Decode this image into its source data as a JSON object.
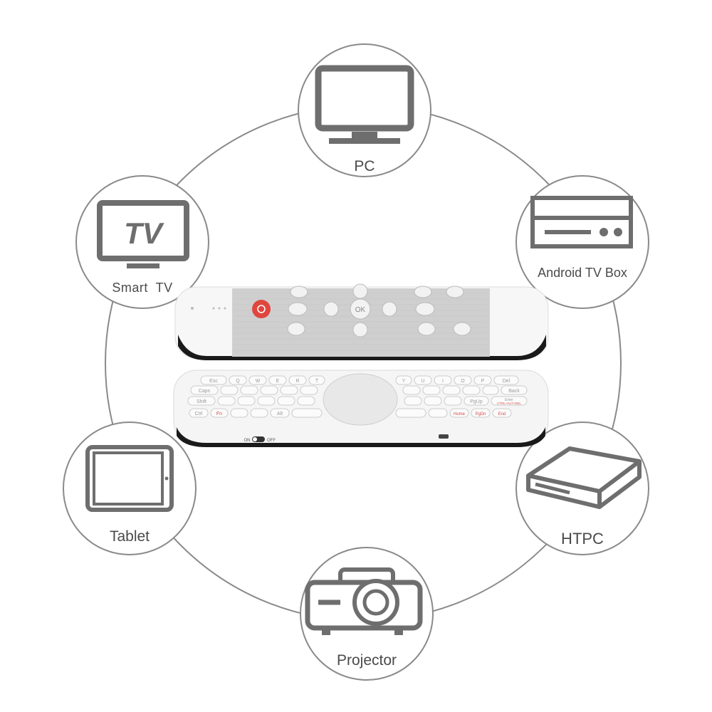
{
  "devices": [
    {
      "id": "pc",
      "label": "PC",
      "icon": "monitor-icon"
    },
    {
      "id": "smart-tv",
      "label": "Smart  TV",
      "icon": "tv-icon",
      "icon_text": "TV"
    },
    {
      "id": "android-tv-box",
      "label": "Android TV Box",
      "icon": "set-top-box-icon"
    },
    {
      "id": "tablet",
      "label": "Tablet",
      "icon": "tablet-icon"
    },
    {
      "id": "htpc",
      "label": "HTPC",
      "icon": "htpc-box-icon"
    },
    {
      "id": "projector",
      "label": "Projector",
      "icon": "projector-icon"
    }
  ],
  "remote": {
    "switch_on": "ON",
    "switch_off": "OFF",
    "fn_key": "Fn",
    "keys_left": [
      "Esc",
      "Q",
      "W",
      "E",
      "R",
      "T"
    ],
    "keys_right": [
      "Y",
      "U",
      "I",
      "O",
      "P",
      "Del"
    ],
    "key_back": "Back",
    "key_enter": "Enter",
    "key_ctrl_alt_del": "CTRL+ALT+DEL",
    "key_caps": "Caps",
    "key_shift": "Shift",
    "key_ctrl": "Ctrl",
    "key_alt": "Alt",
    "key_home": "Home",
    "key_pgdn": "PgDn",
    "key_end": "End",
    "key_pgup": "PgUp"
  },
  "colors": {
    "line": "#8a8a8a",
    "icon": "#6e6e6e",
    "power": "#e0463e"
  }
}
